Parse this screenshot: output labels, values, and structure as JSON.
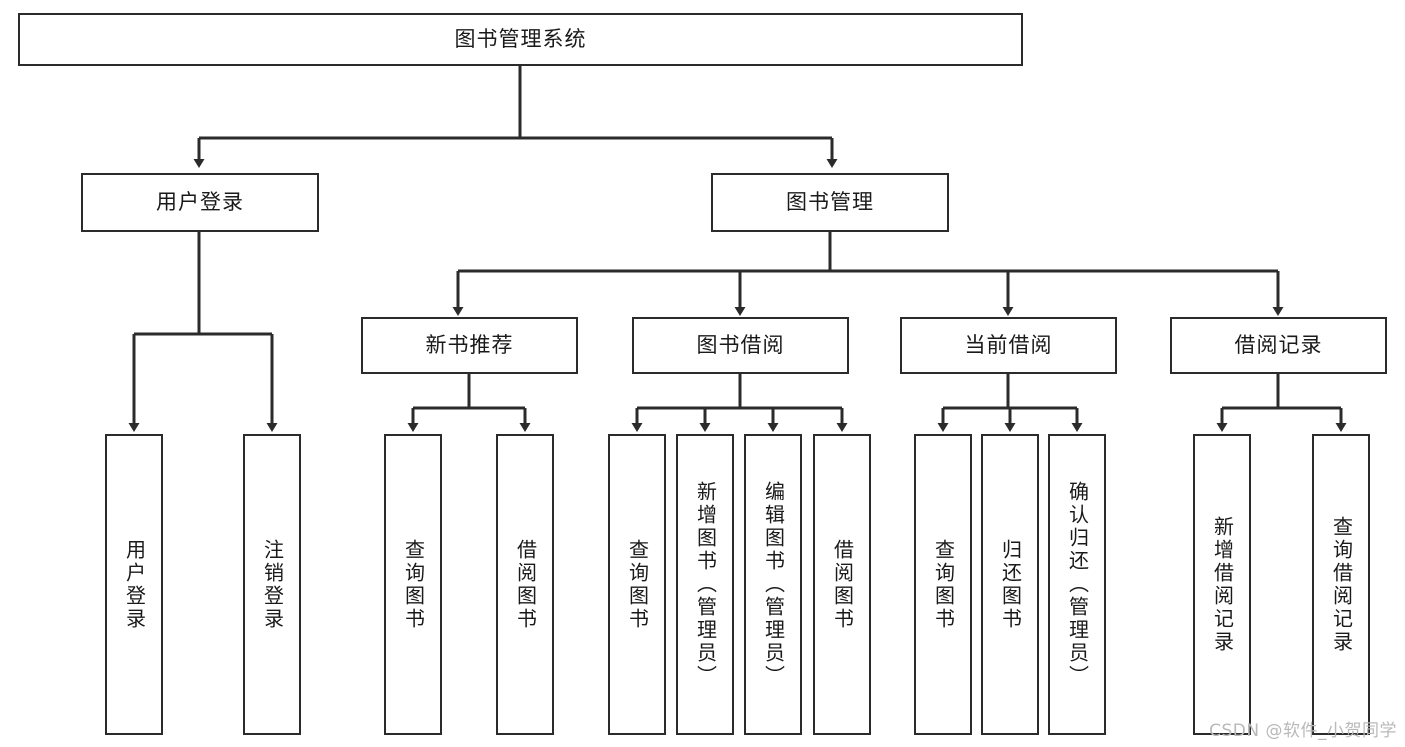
{
  "diagram": {
    "type": "tree-hierarchy",
    "title": "图书管理系统",
    "watermark": "CSDN @软件_小贺同学",
    "style": {
      "box_border_color": "#2b2b2b",
      "box_fill_color": "#ffffff",
      "edge_color": "#2b2b2b",
      "background_color": "#ffffff"
    },
    "root": {
      "label": "图书管理系统"
    },
    "level2": [
      {
        "id": "user-login",
        "label": "用户登录"
      },
      {
        "id": "book-manage",
        "label": "图书管理"
      }
    ],
    "level3": [
      {
        "id": "new-book-recommend",
        "label": "新书推荐",
        "parent": "book-manage"
      },
      {
        "id": "book-borrow",
        "label": "图书借阅",
        "parent": "book-manage"
      },
      {
        "id": "current-borrow",
        "label": "当前借阅",
        "parent": "book-manage"
      },
      {
        "id": "borrow-record",
        "label": "借阅记录",
        "parent": "book-manage"
      }
    ],
    "leaves": [
      {
        "id": "leaf-user-login",
        "label": "用户登录",
        "parent": "user-login"
      },
      {
        "id": "leaf-user-logout",
        "label": "注销登录",
        "parent": "user-login"
      },
      {
        "id": "leaf-query-book-1",
        "label": "查询图书",
        "parent": "new-book-recommend"
      },
      {
        "id": "leaf-borrow-book-1",
        "label": "借阅图书",
        "parent": "new-book-recommend"
      },
      {
        "id": "leaf-query-book-2",
        "label": "查询图书",
        "parent": "book-borrow"
      },
      {
        "id": "leaf-add-book",
        "label": "新增图书（管理员）",
        "parent": "book-borrow"
      },
      {
        "id": "leaf-edit-book",
        "label": "编辑图书（管理员）",
        "parent": "book-borrow"
      },
      {
        "id": "leaf-borrow-book-2",
        "label": "借阅图书",
        "parent": "book-borrow"
      },
      {
        "id": "leaf-query-book-3",
        "label": "查询图书",
        "parent": "current-borrow"
      },
      {
        "id": "leaf-return-book",
        "label": "归还图书",
        "parent": "current-borrow"
      },
      {
        "id": "leaf-confirm-return",
        "label": "确认归还（管理员）",
        "parent": "current-borrow"
      },
      {
        "id": "leaf-add-record",
        "label": "新增借阅记录",
        "parent": "borrow-record"
      },
      {
        "id": "leaf-query-record",
        "label": "查询借阅记录",
        "parent": "borrow-record"
      }
    ]
  }
}
